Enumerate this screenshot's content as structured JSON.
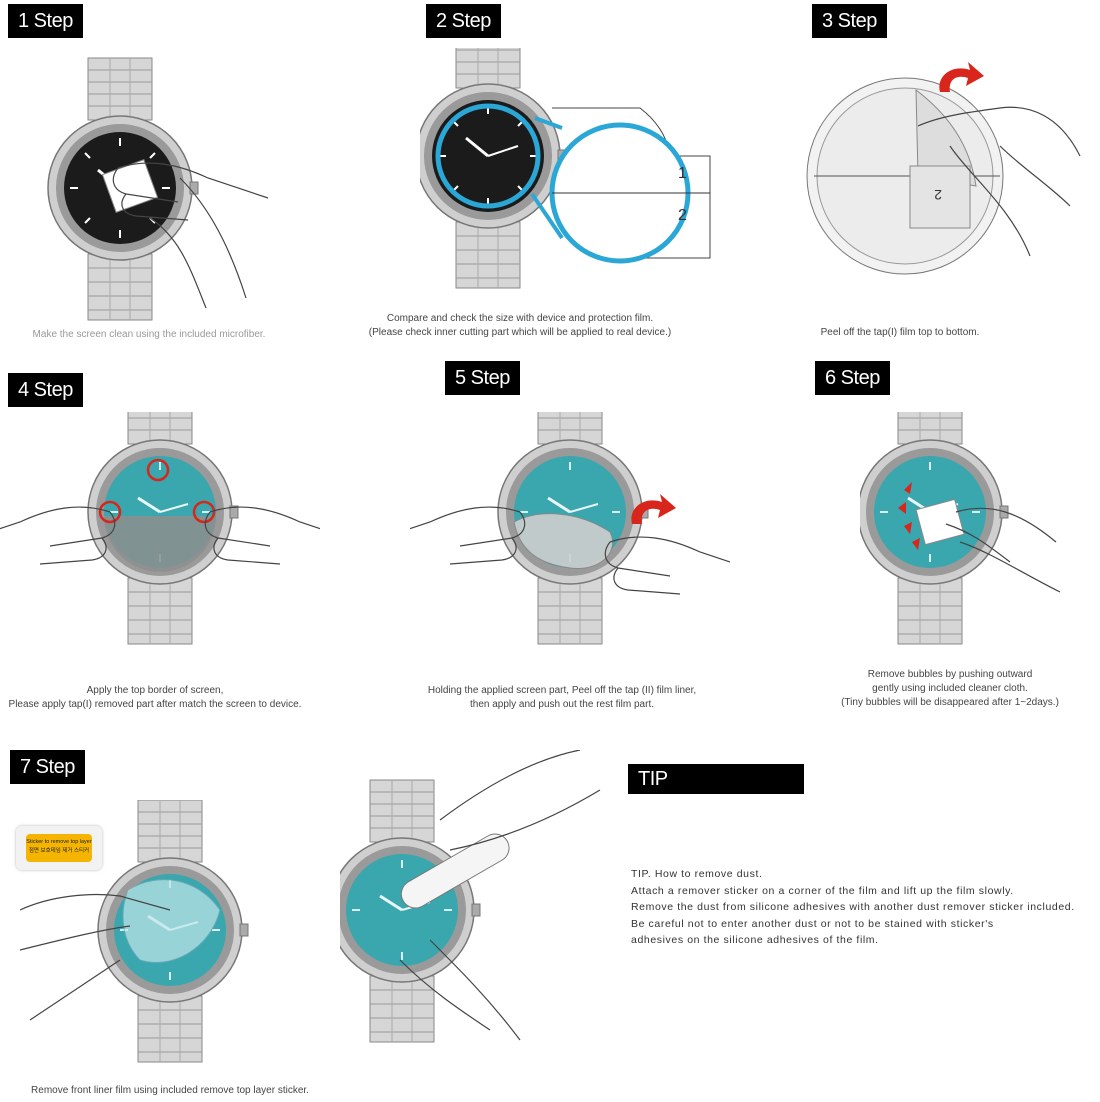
{
  "steps": [
    {
      "label": "1 Step",
      "caption": [
        "Make the screen clean using the included microfiber."
      ]
    },
    {
      "label": "2 Step",
      "caption": [
        "Compare and check the size with device and protection film.",
        "(Please check inner cutting part which will be applied to real device.)"
      ],
      "size_marks": [
        "1",
        "2"
      ]
    },
    {
      "label": "3 Step",
      "caption": [
        "Peel off the tap(I) film top to bottom."
      ],
      "film_mark": "2"
    },
    {
      "label": "4 Step",
      "caption": [
        "Apply the top border of screen,",
        "Please apply tap(I) removed part after match the screen to device."
      ]
    },
    {
      "label": "5 Step",
      "caption": [
        "Holding the applied screen part, Peel off the tap (II) film liner,",
        "then apply and push out the rest film part."
      ]
    },
    {
      "label": "6 Step",
      "caption": [
        "Remove bubbles by pushing outward",
        "gently using included cleaner cloth.",
        "(Tiny bubbles will be disappeared after 1~2days.)"
      ]
    },
    {
      "label": "7 Step",
      "caption": [
        "Remove front liner film using included remove top layer sticker."
      ],
      "sticker_text": [
        "Sticker to remove top layer",
        "점면 보호테잎 제거 스티커"
      ]
    }
  ],
  "tip": {
    "label": "TIP",
    "lines": [
      "TIP. How to remove dust.",
      "Attach a remover sticker on a corner of the film and lift up the film slowly.",
      "Remove the dust from silicone adhesives with another dust remover sticker included.",
      "Be careful not to enter another dust or not to be stained with sticker's",
      "adhesives on the silicone adhesives of the film."
    ]
  },
  "colors": {
    "label_bg": "#000000",
    "accent_cyan": "#2aa7d6",
    "film_teal": "#3aa6ad",
    "arrow_red": "#d9261c",
    "sticker_yellow": "#f4b400"
  },
  "icons": [
    "watch-icon",
    "hand-icon",
    "cloth-icon",
    "curved-arrow-icon",
    "circle-marker-icon"
  ]
}
